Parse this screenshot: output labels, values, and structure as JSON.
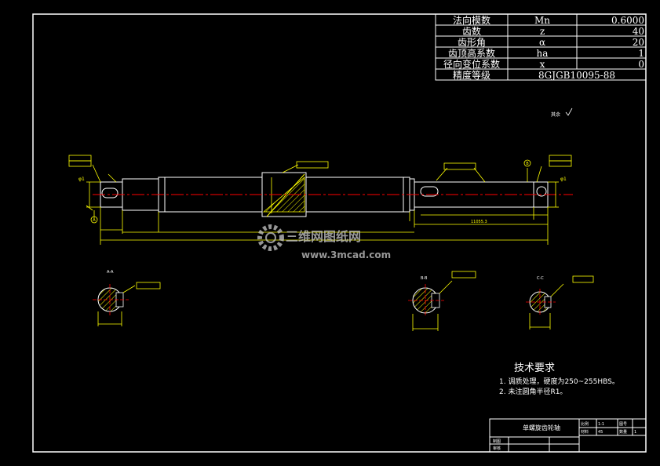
{
  "gear_params": {
    "rows": [
      {
        "name": "法向模数",
        "symbol": "Mn",
        "value": "0.6000"
      },
      {
        "name": "齿数",
        "symbol": "z",
        "value": "40"
      },
      {
        "name": "齿形角",
        "symbol": "α",
        "value": "20"
      },
      {
        "name": "齿顶高系数",
        "symbol": "ha",
        "value": "1"
      },
      {
        "name": "径向变位系数",
        "symbol": "x",
        "value": "0"
      },
      {
        "name": "精度等级",
        "symbol": "",
        "value": "8GJGB10095-88"
      }
    ]
  },
  "roughness_note": "其余",
  "section_labels": {
    "aa": "A-A",
    "bb": "B-B",
    "cc": "C-C"
  },
  "datum_labels": {
    "a": "A",
    "b": "B"
  },
  "dimension_labels": {
    "d1_left": "φ1",
    "d1_right": "φ1",
    "overall": "11055.3"
  },
  "tech_requirements": {
    "title": "技术要求",
    "items": [
      "1.  调质处理，硬度为250~255HBS。",
      "2.  未注圆角半径R1。"
    ]
  },
  "title_block": {
    "part_name": "单螺旋齿轮轴",
    "scale_label": "比例",
    "scale_value": "1:1",
    "material_label": "材料",
    "material_value": "45",
    "drawing_no_label": "图号",
    "qty_label": "数量",
    "qty_value": "1",
    "drawn_label": "制图",
    "checked_label": "审核"
  },
  "watermark": {
    "brand": "三维网图纸网",
    "url": "www.3mcad.com"
  },
  "colors": {
    "background": "#000000",
    "outline": "#ffffff",
    "dimension": "#ffff00",
    "centerline": "#ff0000",
    "section_center": "#ff0000"
  }
}
